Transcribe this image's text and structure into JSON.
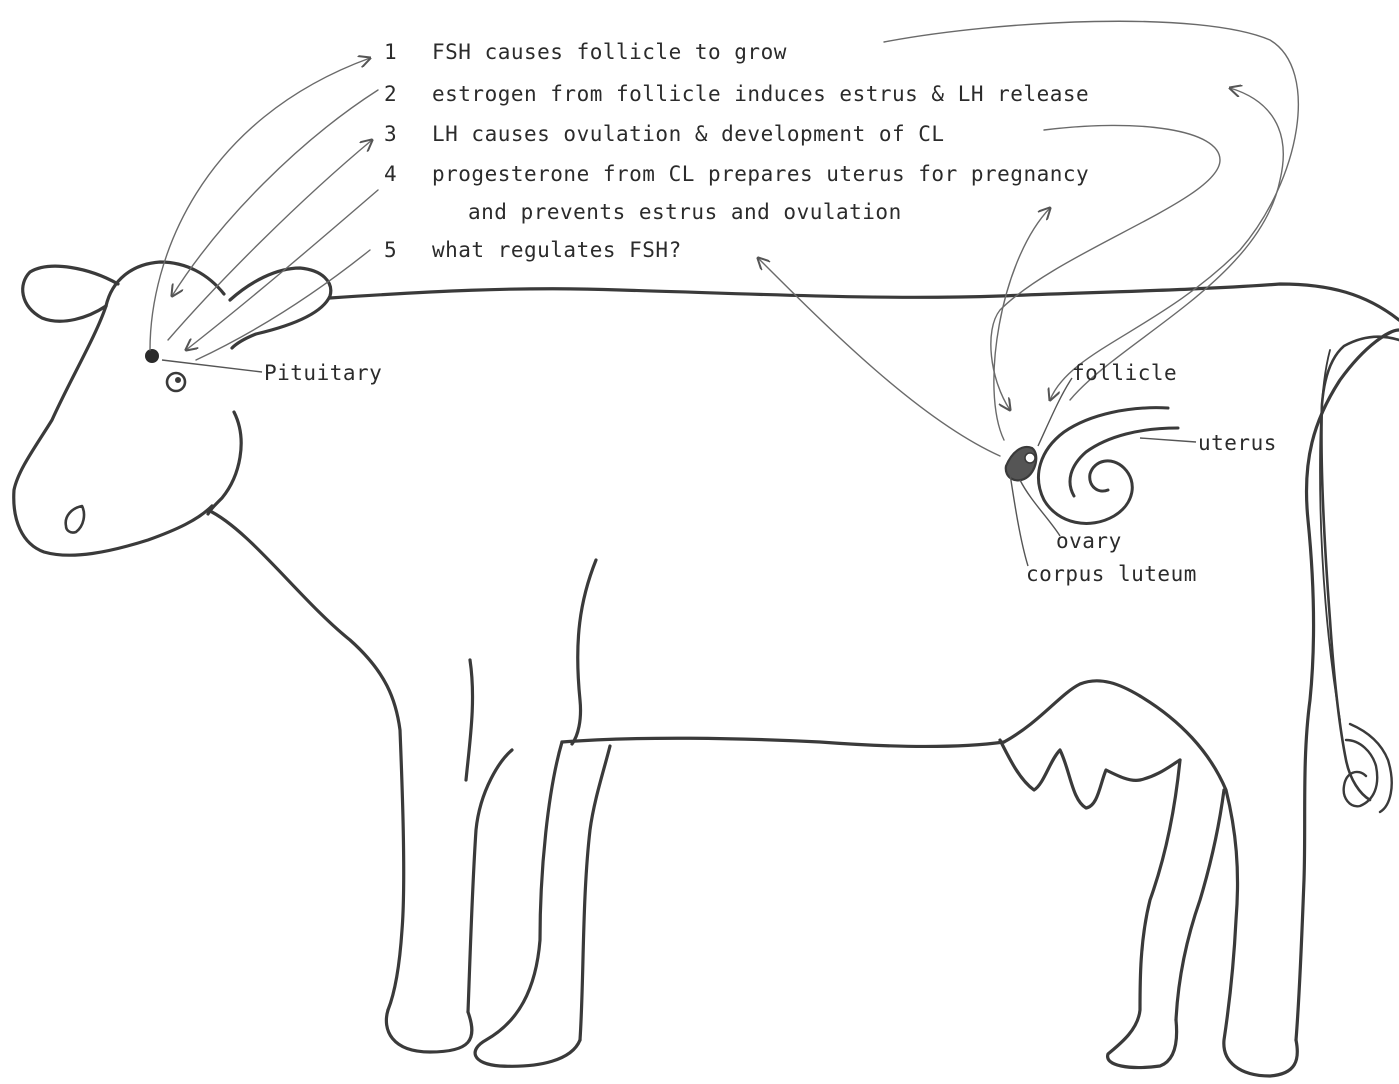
{
  "steps": [
    {
      "number": "1",
      "text": "FSH causes follicle to grow"
    },
    {
      "number": "2",
      "text": "estrogen from follicle induces estrus & LH release"
    },
    {
      "number": "3",
      "text": "LH causes ovulation & development of CL"
    },
    {
      "number": "4",
      "text": "progesterone from CL prepares uterus for pregnancy",
      "continuation": "and prevents estrus and ovulation"
    },
    {
      "number": "5",
      "text": "what regulates FSH?"
    }
  ],
  "labels": {
    "pituitary": "Pituitary",
    "follicle": "follicle",
    "uterus": "uterus",
    "ovary": "ovary",
    "corpus_luteum": "corpus luteum"
  },
  "colors": {
    "outline": "#3a3a3a",
    "arrow": "#6a6a6a",
    "text": "#2b2b2b"
  }
}
